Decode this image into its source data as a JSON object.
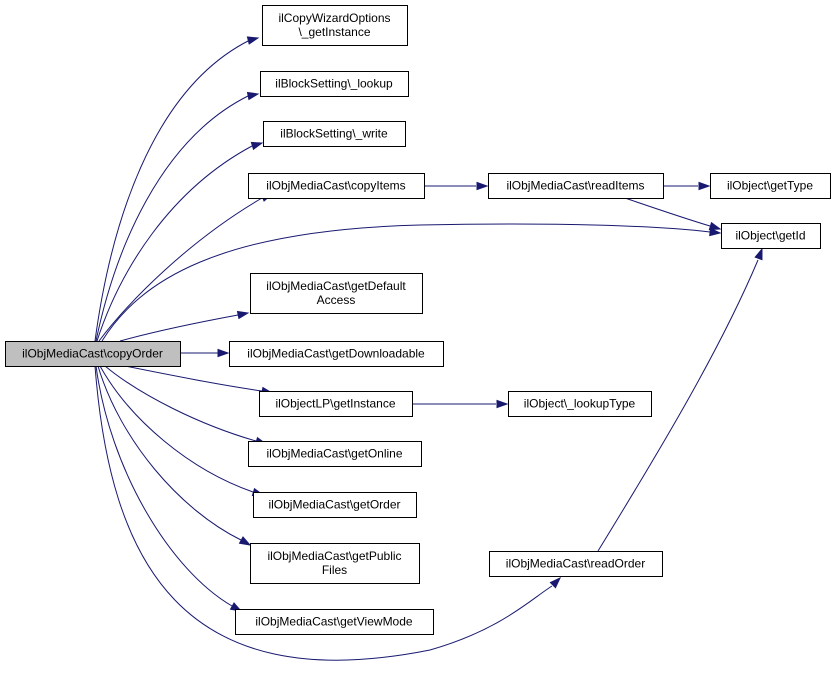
{
  "graph": {
    "edge_color": "#191970",
    "root_fill": "#bfbfbf",
    "node_fill": "#ffffff",
    "nodes": [
      {
        "id": "copyOrder",
        "lines": [
          "ilObjMediaCast\\copyOrder"
        ],
        "root": true
      },
      {
        "id": "copyWizard",
        "lines": [
          "ilCopyWizardOptions",
          "\\_getInstance"
        ]
      },
      {
        "id": "blockLookup",
        "lines": [
          "ilBlockSetting\\_lookup"
        ]
      },
      {
        "id": "blockWrite",
        "lines": [
          "ilBlockSetting\\_write"
        ]
      },
      {
        "id": "copyItems",
        "lines": [
          "ilObjMediaCast\\copyItems"
        ]
      },
      {
        "id": "readItems",
        "lines": [
          "ilObjMediaCast\\readItems"
        ]
      },
      {
        "id": "getType",
        "lines": [
          "ilObject\\getType"
        ]
      },
      {
        "id": "getId",
        "lines": [
          "ilObject\\getId"
        ]
      },
      {
        "id": "getDefaultAccess",
        "lines": [
          "ilObjMediaCast\\getDefault",
          "Access"
        ]
      },
      {
        "id": "getDownloadable",
        "lines": [
          "ilObjMediaCast\\getDownloadable"
        ]
      },
      {
        "id": "getInstanceLP",
        "lines": [
          "ilObjectLP\\getInstance"
        ]
      },
      {
        "id": "lookupType",
        "lines": [
          "ilObject\\_lookupType"
        ]
      },
      {
        "id": "getOnline",
        "lines": [
          "ilObjMediaCast\\getOnline"
        ]
      },
      {
        "id": "getOrder",
        "lines": [
          "ilObjMediaCast\\getOrder"
        ]
      },
      {
        "id": "getPublicFiles",
        "lines": [
          "ilObjMediaCast\\getPublic",
          "Files"
        ]
      },
      {
        "id": "readOrder",
        "lines": [
          "ilObjMediaCast\\readOrder"
        ]
      },
      {
        "id": "getViewMode",
        "lines": [
          "ilObjMediaCast\\getViewMode"
        ]
      }
    ],
    "edges": [
      {
        "from": "copyOrder",
        "to": "copyWizard"
      },
      {
        "from": "copyOrder",
        "to": "blockLookup"
      },
      {
        "from": "copyOrder",
        "to": "blockWrite"
      },
      {
        "from": "copyOrder",
        "to": "copyItems"
      },
      {
        "from": "copyOrder",
        "to": "getId"
      },
      {
        "from": "copyOrder",
        "to": "getDefaultAccess"
      },
      {
        "from": "copyOrder",
        "to": "getDownloadable"
      },
      {
        "from": "copyOrder",
        "to": "getInstanceLP"
      },
      {
        "from": "copyOrder",
        "to": "getOnline"
      },
      {
        "from": "copyOrder",
        "to": "getOrder"
      },
      {
        "from": "copyOrder",
        "to": "getPublicFiles"
      },
      {
        "from": "copyOrder",
        "to": "getViewMode"
      },
      {
        "from": "copyOrder",
        "to": "readOrder"
      },
      {
        "from": "copyItems",
        "to": "readItems"
      },
      {
        "from": "readItems",
        "to": "getType"
      },
      {
        "from": "readItems",
        "to": "getId"
      },
      {
        "from": "getInstanceLP",
        "to": "lookupType"
      },
      {
        "from": "readOrder",
        "to": "getId"
      }
    ]
  }
}
